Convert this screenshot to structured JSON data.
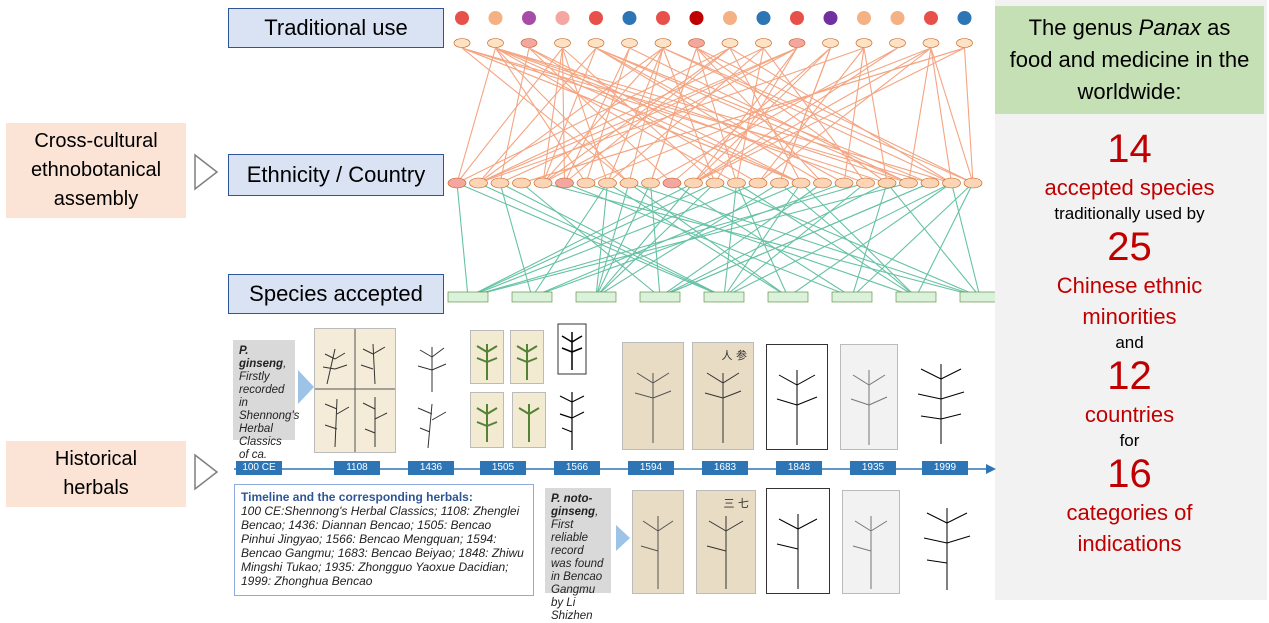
{
  "left_labels": {
    "cross_cultural": "Cross-cultural ethnobotanical assembly",
    "historical": "Historical herbals"
  },
  "network": {
    "traditional_use_label": "Traditional use",
    "ethnicity_label": "Ethnicity / Country",
    "species_label": "Species accepted",
    "use_icons": [
      "stomach-icon",
      "uterus-icon",
      "head-icon",
      "bladder-icon",
      "lungs-icon",
      "eye-icon",
      "spiral-icon",
      "heart-icon",
      "muscle-icon",
      "virus-icon",
      "blood-drop-icon",
      "pram-icon",
      "sun-icon",
      "ear-icon",
      "arrow-icon",
      "person-icon"
    ],
    "use_colors": [
      "#e8504a",
      "#f4b183",
      "#a64ca6",
      "#f4a6a0",
      "#e8504a",
      "#2e75b6",
      "#e8504a",
      "#c00000",
      "#f4b183",
      "#2e75b6",
      "#e8504a",
      "#7030a0",
      "#f4b183",
      "#f4b183",
      "#e8504a",
      "#2e75b6"
    ],
    "link_color_upper": "#f4a582",
    "link_color_lower": "#66c2a5"
  },
  "right_panel": {
    "heading_pre": "The genus ",
    "heading_italic": "Panax",
    "heading_post": " as food and medicine in the worldwide:",
    "n_species": "14",
    "species_line": "accepted species",
    "used_by": "traditionally used by",
    "n_minorities": "25",
    "minorities_line1": "Chinese ethnic",
    "minorities_line2": "minorities",
    "and": "and",
    "n_countries": "12",
    "countries_line": "countries",
    "for": "for",
    "n_indications": "16",
    "indications_line1": "categories of",
    "indications_line2": "indications"
  },
  "notes": {
    "ginseng_name": "P. ginseng",
    "ginseng_text": "Firstly recorded in Shennong's Herbal Classics of ca. 100 CE",
    "noto_name": "P. noto-ginseng",
    "noto_text": "First reliable record was found in Bencao Gangmu by Li Shizhen"
  },
  "timeline": {
    "years": [
      "100 CE",
      "1108",
      "1436",
      "1505",
      "1566",
      "1594",
      "1683",
      "1848",
      "1935",
      "1999"
    ],
    "heading": "Timeline and the corresponding herbals:",
    "text": "100 CE:Shennong's Herbal Classics; 1108: Zhenglei Bencao; 1436: Diannan Bencao; 1505: Bencao Pinhui Jingyao; 1566: Bencao Mengquan; 1594: Bencao Gangmu; 1683: Bencao Beiyao; 1848: Zhiwu Mingshi Tukao; 1935: Zhongguo Yaoxue Dacidian; 1999: Zhonghua Bencao"
  },
  "herbal_captions": {
    "renshen": "人 参",
    "sanqi": "三 七"
  }
}
